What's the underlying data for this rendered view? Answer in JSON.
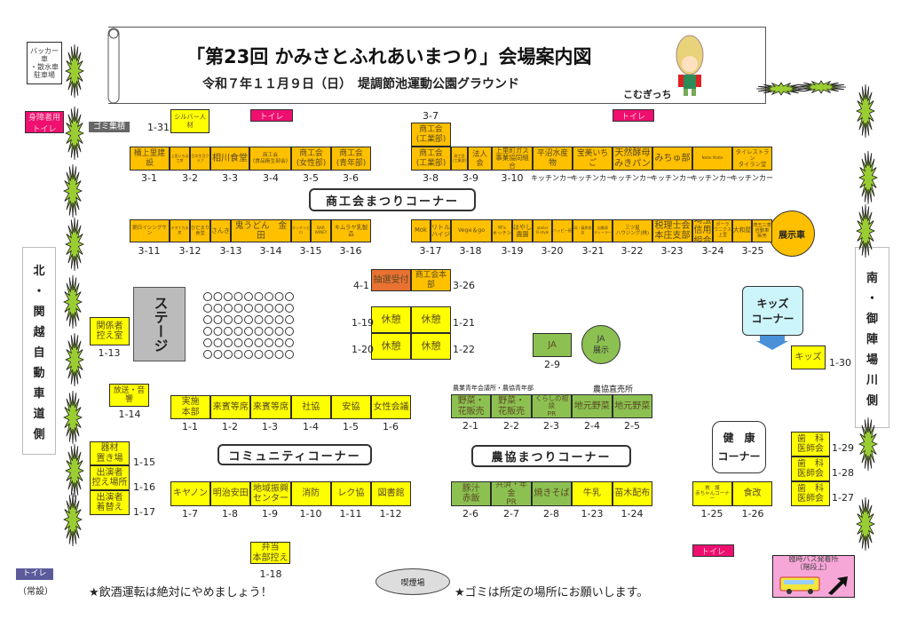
{
  "header": {
    "title": "「第23回 かみさとふれあいまつり」会場案内図",
    "subtitle": "令和７年１１月９日（日）　堤調節池運動公園グラウンド",
    "mascot_name": "こむぎっち"
  },
  "signs": {
    "parking": "バッカー車\n・散水車\n駐車場",
    "accessible_toilet": "身障者用\nトイレ",
    "garbage": "ゴミ集積",
    "toilet": "トイレ",
    "toilet_permanent": "トイレ",
    "toilet_permanent_note": "（常設）",
    "north": [
      "北",
      "・",
      "関",
      "越",
      "自",
      "動",
      "車",
      "道",
      "側"
    ],
    "south": [
      "南",
      "・",
      "御",
      "陣",
      "場",
      "川",
      "側"
    ],
    "stage": "ステージ",
    "kids_corner": "キッズ\nコーナー",
    "health_corner": "健　康\nコーナー",
    "display_car": "展示車",
    "ja_display": "JA\n展示",
    "smoking": "喫煙場",
    "bus": "臨時バス発着所\n（階段上）",
    "agri_youth": "農業青年会議所・農協青年部",
    "agri_shop": "農協直売所",
    "kitchen_car": "キッチンカー"
  },
  "corners": {
    "shokokai": "商工会まつりコーナー",
    "community": "コミュニティコーナー",
    "nokyo": "農協まつりコーナー"
  },
  "notes": {
    "drinking": "★飲酒運転は絶対にやめましょう！",
    "garbage": "★ゴミは所定の場所にお願いします。"
  },
  "booths": [
    {
      "name": "桶上里建設",
      "color": "orange"
    },
    {
      "name": "上里いろは工房",
      "color": "orange"
    },
    {
      "name": "日本生活クラブ",
      "color": "orange"
    },
    {
      "name": "相川食堂",
      "color": "orange"
    },
    {
      "name": "商工会\n(食品衛生部会)",
      "color": "orange"
    },
    {
      "name": "商工会\n(女性部)",
      "color": "orange"
    },
    {
      "name": "商工会\n(青年部)",
      "color": "orange"
    },
    {
      "name": "商工会\n(工業部)",
      "color": "orange"
    },
    {
      "name": "商工会\n(工業部)",
      "color": "orange"
    },
    {
      "name": "商工会\n(工業部)",
      "color": "orange"
    },
    {
      "name": "法人会",
      "color": "orange"
    },
    {
      "name": "上里町ガス\n事業協同組合",
      "color": "orange"
    },
    {
      "name": "平沼水産物",
      "color": "orange"
    },
    {
      "name": "宝美いちご",
      "color": "orange"
    },
    {
      "name": "天然酵母\nみきパン",
      "color": "orange"
    },
    {
      "name": "みちゅ部",
      "color": "orange"
    },
    {
      "name": "Nette Matte",
      "color": "orange"
    },
    {
      "name": "タイレストラン\nタイラン堂",
      "color": "orange"
    },
    {
      "name": "朝日イシングサン",
      "color": "orange"
    },
    {
      "name": "キタナカ水産",
      "color": "orange"
    },
    {
      "name": "ひだまり\n食堂",
      "color": "orange"
    },
    {
      "name": "さんき",
      "color": "orange"
    },
    {
      "name": "鬼うどん　金田",
      "color": "orange"
    },
    {
      "name": "キッチンヒロ",
      "color": "orange"
    },
    {
      "name": "BAR\nWINEY",
      "color": "orange"
    },
    {
      "name": "キムラヤ乳製品",
      "color": "orange"
    },
    {
      "name": "Mok",
      "color": "orange"
    },
    {
      "name": "リトル\nハイジ",
      "color": "orange"
    },
    {
      "name": "Vege＆go",
      "color": "orange"
    },
    {
      "name": "M's\nキッチン",
      "color": "orange"
    },
    {
      "name": "はやし\n農園",
      "color": "orange"
    },
    {
      "name": "atelier\nO-style",
      "color": "orange"
    },
    {
      "name": "ハッピー屋",
      "color": "orange"
    },
    {
      "name": "岡・藤原商店",
      "color": "orange"
    },
    {
      "name": "自動車\nディーラー",
      "color": "orange"
    },
    {
      "name": "三ツ星\nハウジング(株)",
      "color": "orange"
    },
    {
      "name": "税理士会\n本庄支部",
      "color": "orange"
    },
    {
      "name": "埼玉\n信用\n組合",
      "color": "orange"
    },
    {
      "name": "ポーラ\nウニクス\n上里",
      "color": "orange"
    },
    {
      "name": "大和屋",
      "color": "orange"
    },
    {
      "name": "埼玉三菱\n自動車\n販売",
      "color": "orange"
    },
    {
      "name": "シルバー人材",
      "color": "yellow"
    },
    {
      "name": "抽選受付",
      "color": "deep"
    },
    {
      "name": "商工会本部",
      "color": "orange"
    },
    {
      "name": "休憩",
      "color": "yellow"
    },
    {
      "name": "休憩",
      "color": "yellow"
    },
    {
      "name": "休憩",
      "color": "yellow"
    },
    {
      "name": "休憩",
      "color": "yellow"
    },
    {
      "name": "関係者\n控え室",
      "color": "yellow"
    },
    {
      "name": "放送・音響",
      "color": "yellow"
    },
    {
      "name": "実施\n本部",
      "color": "yellow"
    },
    {
      "name": "来賓等席",
      "color": "yellow"
    },
    {
      "name": "来賓等席",
      "color": "yellow"
    },
    {
      "name": "社協",
      "color": "yellow"
    },
    {
      "name": "安協",
      "color": "yellow"
    },
    {
      "name": "女性会議",
      "color": "yellow"
    },
    {
      "name": "器材\n置き場",
      "color": "yellow"
    },
    {
      "name": "出演者\n控え場所",
      "color": "yellow"
    },
    {
      "name": "出演者\n着替え",
      "color": "yellow"
    },
    {
      "name": "キヤノン",
      "color": "yellow"
    },
    {
      "name": "明治安田",
      "color": "yellow"
    },
    {
      "name": "地域振興\nセンター",
      "color": "yellow"
    },
    {
      "name": "消防",
      "color": "yellow"
    },
    {
      "name": "レク協",
      "color": "yellow"
    },
    {
      "name": "図書館",
      "color": "yellow"
    },
    {
      "name": "JA",
      "color": "green"
    },
    {
      "name": "野菜・\n花販売",
      "color": "green"
    },
    {
      "name": "野菜・\n花販売",
      "color": "green"
    },
    {
      "name": "くらしの相談\nPR",
      "color": "green"
    },
    {
      "name": "地元野菜",
      "color": "green"
    },
    {
      "name": "地元野菜",
      "color": "green"
    },
    {
      "name": "豚汁\n赤飯",
      "color": "green"
    },
    {
      "name": "共済・年金\nPR",
      "color": "green"
    },
    {
      "name": "焼きそば",
      "color": "green"
    },
    {
      "name": "牛乳",
      "color": "yellow"
    },
    {
      "name": "苗木配布",
      "color": "yellow"
    },
    {
      "name": "救　護\n赤ちゃんコーナー",
      "color": "yellow"
    },
    {
      "name": "食改",
      "color": "yellow"
    },
    {
      "name": "キッズ",
      "color": "yellow"
    },
    {
      "name": "歯　科\n医師会",
      "color": "yellow"
    },
    {
      "name": "歯　科\n医師会",
      "color": "yellow"
    },
    {
      "name": "歯　科\n医師会",
      "color": "yellow"
    },
    {
      "name": "弁当\n本部控え",
      "color": "yellow"
    }
  ],
  "numbers": [
    "3-1",
    "3-2",
    "3-3",
    "3-4",
    "3-5",
    "3-6",
    "3-7",
    "3-8",
    "3-9",
    "3-10",
    "3-11",
    "3-12",
    "3-13",
    "3-14",
    "3-15",
    "3-16",
    "3-17",
    "3-18",
    "3-19",
    "3-20",
    "3-21",
    "3-22",
    "3-23",
    "3-24",
    "3-25",
    "1-31",
    "4-1",
    "3-26",
    "1-19",
    "1-20",
    "1-21",
    "1-22",
    "1-13",
    "1-14",
    "1-1",
    "1-2",
    "1-3",
    "1-4",
    "1-5",
    "1-6",
    "1-15",
    "1-16",
    "1-17",
    "1-7",
    "1-8",
    "1-9",
    "1-10",
    "1-11",
    "1-12",
    "2-9",
    "2-1",
    "2-2",
    "2-3",
    "2-4",
    "2-5",
    "2-6",
    "2-7",
    "2-8",
    "1-23",
    "1-24",
    "1-25",
    "1-26",
    "1-30",
    "1-29",
    "1-28",
    "1-27",
    "1-18"
  ],
  "colors": {
    "orange": "#ffc000",
    "yellow": "#ffff00",
    "green": "#8cc152",
    "deep": "#e97132",
    "toilet": "#ee0f6f",
    "toilet_permanent": "#5b5b9b",
    "kids": "#ccf5fb",
    "shrub": "#9acd32"
  }
}
